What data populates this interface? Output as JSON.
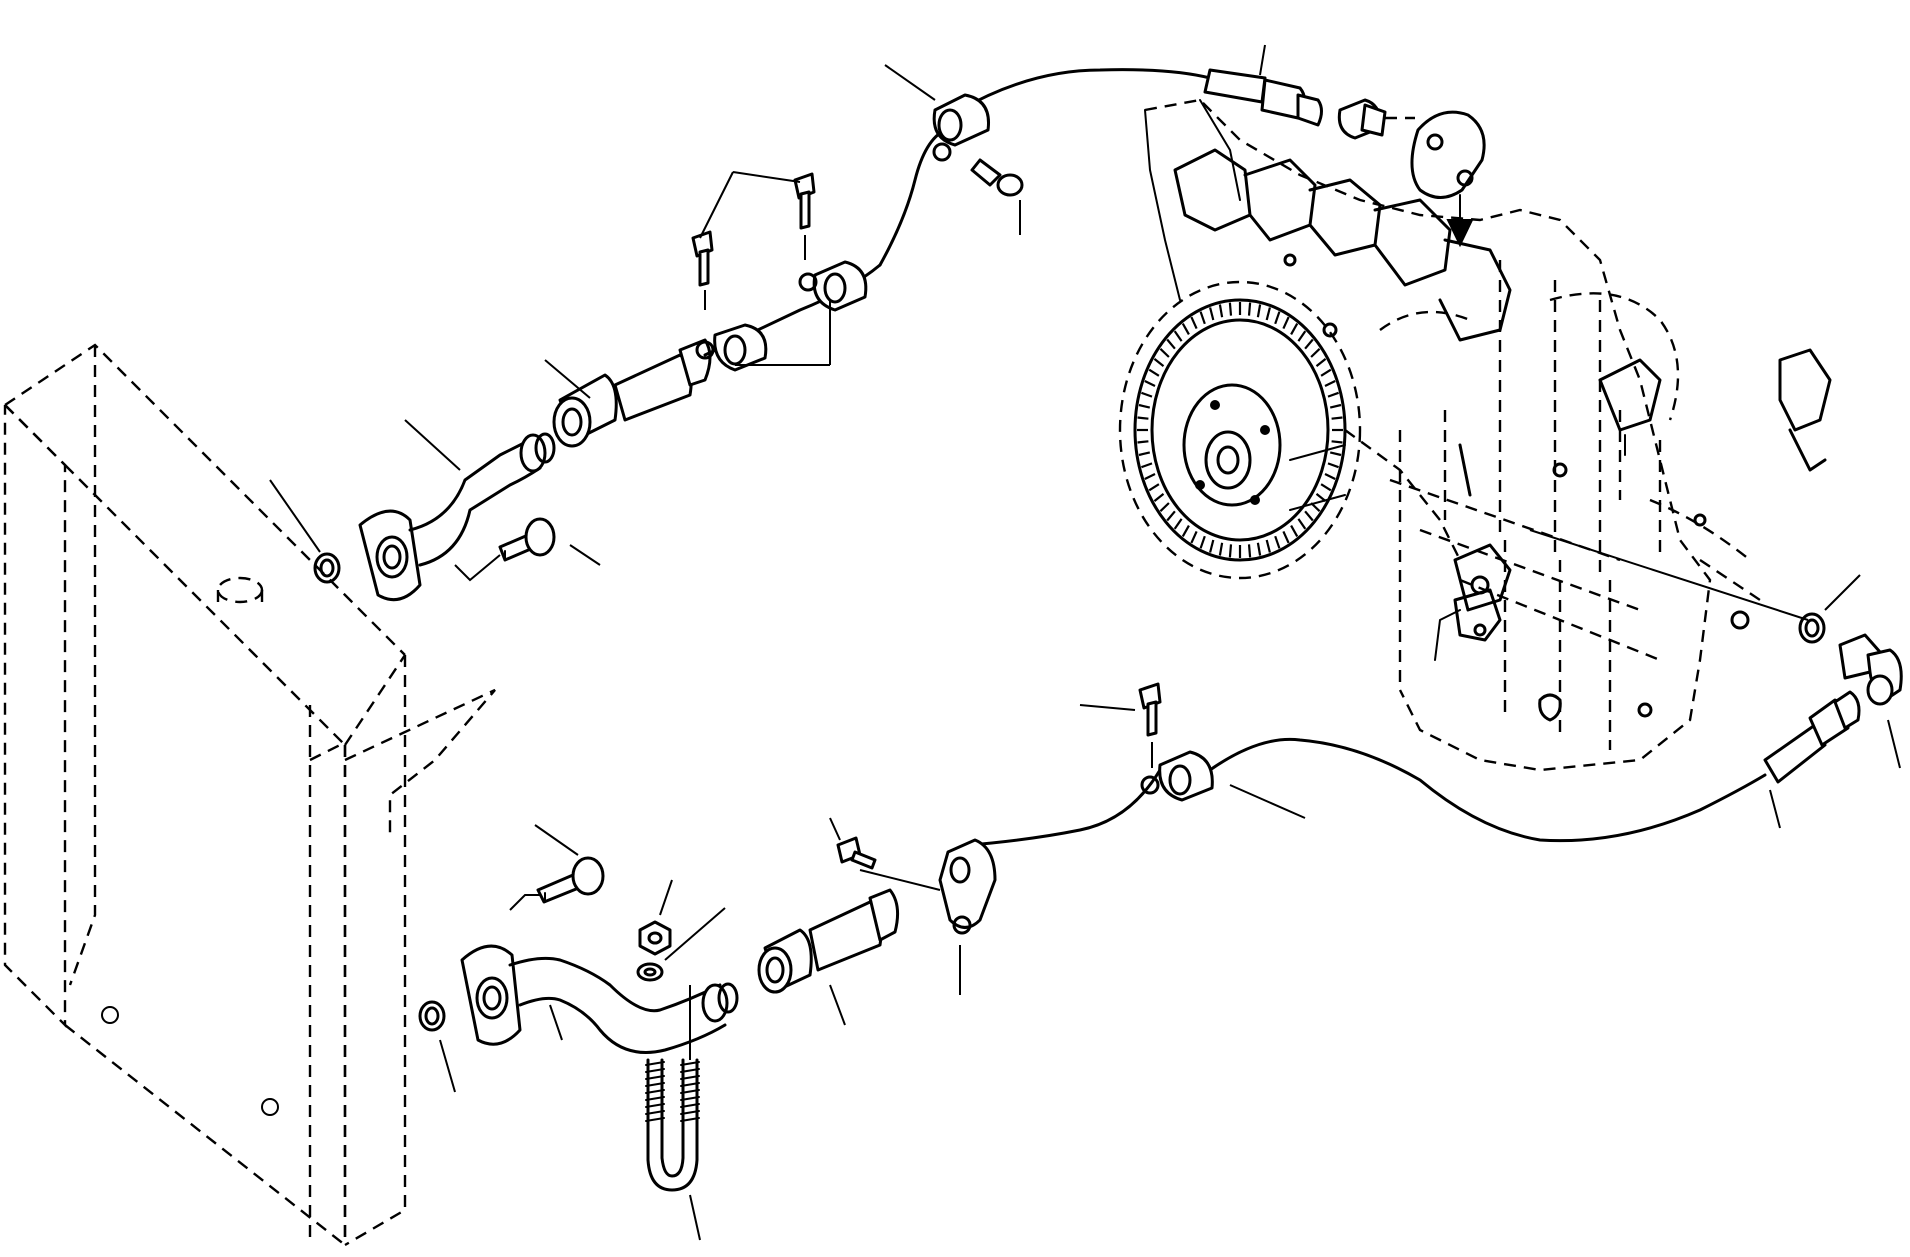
{
  "diagram": {
    "type": "exploded-parts-illustration",
    "text": [],
    "parts": [
      "radiator-outline",
      "upper-cooler-tube",
      "upper-flange-bolt",
      "upper-o-ring",
      "upper-union-fitting",
      "upper-hose",
      "upper-hose-clamps",
      "upper-clamp-bolts",
      "upper-hose-end-fitting",
      "upper-adapter-fitting",
      "transmission-port-flange",
      "transmission-housing",
      "lower-cooler-tube",
      "lower-flange-bolt",
      "lower-o-ring",
      "u-bolt",
      "u-bolt-nut",
      "u-bolt-washer",
      "lower-union-fitting",
      "lower-hose",
      "lower-hose-clamps",
      "lower-clamp-bolts",
      "lower-hose-end-fitting",
      "lower-elbow-fitting",
      "lower-o-ring-transmission"
    ],
    "leader_count": 27,
    "flow_arrow": "down-arrow-to-transmission-port"
  }
}
